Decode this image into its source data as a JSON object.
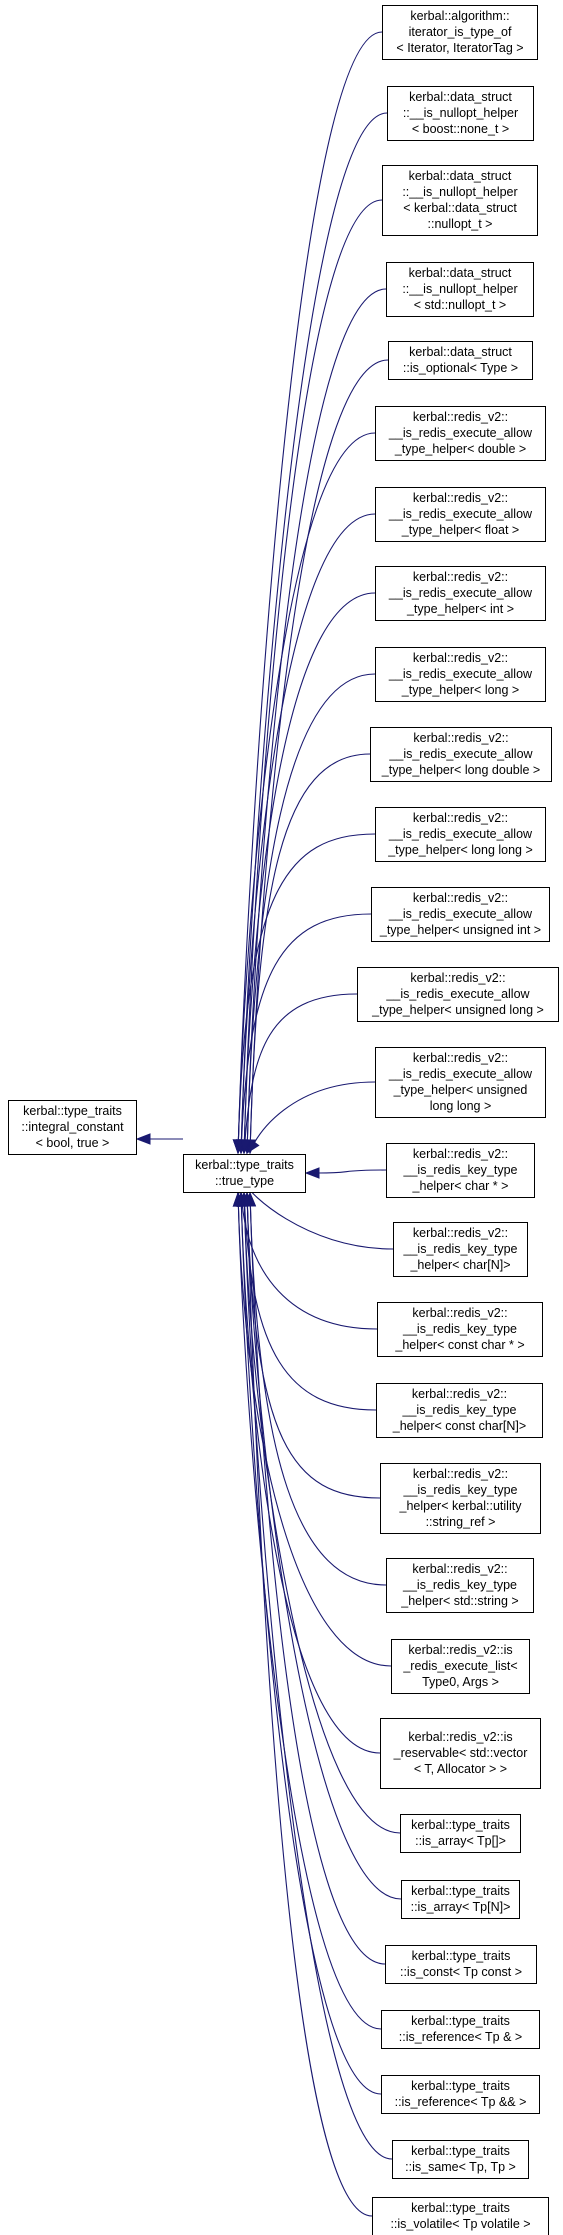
{
  "diagram": {
    "root": {
      "id": "integral_constant",
      "lines": [
        "kerbal::type_traits",
        "::integral_constant",
        "< bool, true >"
      ]
    },
    "hub": {
      "id": "true_type",
      "lines": [
        "kerbal::type_traits",
        "::true_type"
      ]
    },
    "children": [
      {
        "id": "iterator_is_type_of",
        "lines": [
          "kerbal::algorithm::",
          "iterator_is_type_of",
          "< Iterator, IteratorTag >"
        ]
      },
      {
        "id": "is_nullopt_helper_none_t",
        "lines": [
          "kerbal::data_struct",
          "::__is_nullopt_helper",
          "< boost::none_t >"
        ]
      },
      {
        "id": "is_nullopt_helper_kerbal_nullopt_t",
        "lines": [
          "kerbal::data_struct",
          "::__is_nullopt_helper",
          "< kerbal::data_struct",
          "::nullopt_t >"
        ]
      },
      {
        "id": "is_nullopt_helper_std_nullopt_t",
        "lines": [
          "kerbal::data_struct",
          "::__is_nullopt_helper",
          "< std::nullopt_t >"
        ]
      },
      {
        "id": "is_optional",
        "lines": [
          "kerbal::data_struct",
          "::is_optional< Type >"
        ]
      },
      {
        "id": "allow_type_double",
        "lines": [
          "kerbal::redis_v2::",
          "__is_redis_execute_allow",
          "_type_helper< double >"
        ]
      },
      {
        "id": "allow_type_float",
        "lines": [
          "kerbal::redis_v2::",
          "__is_redis_execute_allow",
          "_type_helper< float >"
        ]
      },
      {
        "id": "allow_type_int",
        "lines": [
          "kerbal::redis_v2::",
          "__is_redis_execute_allow",
          "_type_helper< int >"
        ]
      },
      {
        "id": "allow_type_long",
        "lines": [
          "kerbal::redis_v2::",
          "__is_redis_execute_allow",
          "_type_helper< long >"
        ]
      },
      {
        "id": "allow_type_long_double",
        "lines": [
          "kerbal::redis_v2::",
          "__is_redis_execute_allow",
          "_type_helper< long double >"
        ]
      },
      {
        "id": "allow_type_long_long",
        "lines": [
          "kerbal::redis_v2::",
          "__is_redis_execute_allow",
          "_type_helper< long long >"
        ]
      },
      {
        "id": "allow_type_unsigned_int",
        "lines": [
          "kerbal::redis_v2::",
          "__is_redis_execute_allow",
          "_type_helper< unsigned int >"
        ]
      },
      {
        "id": "allow_type_unsigned_long",
        "lines": [
          "kerbal::redis_v2::",
          "__is_redis_execute_allow",
          "_type_helper< unsigned long >"
        ]
      },
      {
        "id": "allow_type_unsigned_long_long",
        "lines": [
          "kerbal::redis_v2::",
          "__is_redis_execute_allow",
          "_type_helper< unsigned",
          "long long >"
        ]
      },
      {
        "id": "key_type_char_ptr",
        "lines": [
          "kerbal::redis_v2::",
          "__is_redis_key_type",
          "_helper< char * >"
        ]
      },
      {
        "id": "key_type_char_array",
        "lines": [
          "kerbal::redis_v2::",
          "__is_redis_key_type",
          "_helper< char[N]>"
        ]
      },
      {
        "id": "key_type_const_char_ptr",
        "lines": [
          "kerbal::redis_v2::",
          "__is_redis_key_type",
          "_helper< const char * >"
        ]
      },
      {
        "id": "key_type_const_char_array",
        "lines": [
          "kerbal::redis_v2::",
          "__is_redis_key_type",
          "_helper< const char[N]>"
        ]
      },
      {
        "id": "key_type_string_ref",
        "lines": [
          "kerbal::redis_v2::",
          "__is_redis_key_type",
          "_helper< kerbal::utility",
          "::string_ref >"
        ]
      },
      {
        "id": "key_type_std_string",
        "lines": [
          "kerbal::redis_v2::",
          "__is_redis_key_type",
          "_helper< std::string >"
        ]
      },
      {
        "id": "is_redis_execute_list",
        "lines": [
          "kerbal::redis_v2::is",
          "_redis_execute_list<",
          "Type0, Args >"
        ]
      },
      {
        "id": "is_reservable_vector",
        "lines": [
          "kerbal::redis_v2::is",
          "_reservable< std::vector",
          "< T, Allocator > >"
        ]
      },
      {
        "id": "is_array_unbounded",
        "lines": [
          "kerbal::type_traits",
          "::is_array< Tp[]>"
        ]
      },
      {
        "id": "is_array_bounded",
        "lines": [
          "kerbal::type_traits",
          "::is_array< Tp[N]>"
        ]
      },
      {
        "id": "is_const",
        "lines": [
          "kerbal::type_traits",
          "::is_const< Tp const >"
        ]
      },
      {
        "id": "is_reference_lvalue",
        "lines": [
          "kerbal::type_traits",
          "::is_reference< Tp & >"
        ]
      },
      {
        "id": "is_reference_rvalue",
        "lines": [
          "kerbal::type_traits",
          "::is_reference< Tp && >"
        ]
      },
      {
        "id": "is_same",
        "lines": [
          "kerbal::type_traits",
          "::is_same< Tp, Tp >"
        ]
      },
      {
        "id": "is_volatile",
        "lines": [
          "kerbal::type_traits",
          "::is_volatile< Tp volatile >"
        ]
      }
    ]
  }
}
